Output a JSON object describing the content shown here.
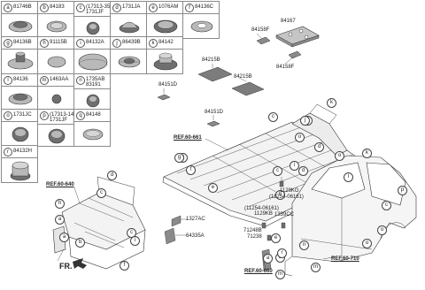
{
  "parts_table": {
    "cells": [
      {
        "letter": "a",
        "code": "81746B"
      },
      {
        "letter": "b",
        "code": "84183"
      },
      {
        "letter": "c",
        "code": "(17313-35000)",
        "code2": "1731JF"
      },
      {
        "letter": "d",
        "code": "1731JA"
      },
      {
        "letter": "e",
        "code": "1076AM"
      },
      {
        "letter": "f",
        "code": "84136C"
      },
      {
        "letter": "g",
        "code": "84136B"
      },
      {
        "letter": "h",
        "code": "91115B"
      },
      {
        "letter": "i",
        "code": "84132A"
      },
      {
        "letter": "j",
        "code": "86439B"
      },
      {
        "letter": "k",
        "code": "84142"
      },
      {
        "letter": "l",
        "code": "84136"
      },
      {
        "letter": "m",
        "code": "1463AA"
      },
      {
        "letter": "n",
        "code": "1735AB",
        "code2": "83191"
      },
      {
        "letter": "o",
        "code": "1731JC"
      },
      {
        "letter": "p",
        "code": "(17313-14000)",
        "code2": "1731JF"
      },
      {
        "letter": "q",
        "code": "84148"
      },
      {
        "letter": "r",
        "code": "84132H"
      }
    ]
  },
  "labels": {
    "p84167": "84167",
    "p84158F_top": "84158F",
    "p84158F_bot": "84158F",
    "p84215B_a": "84215B",
    "p84215B_b": "84215B",
    "p84151D_a": "84151D",
    "p84151D_b": "84151D",
    "ref_60_661": "REF.60-661",
    "ref_60_640": "REF.60-640",
    "ref_60_710": "REF.60-710",
    "ref_60_660": "REF.60-660",
    "p1129KG": "1129KG",
    "p11254_06161_a": "(11254-06161)",
    "p11254_06161_b": "(11254-06161)",
    "p1129KB": "1129KB",
    "p1339CC": "1339CC",
    "p71248B": "71248B",
    "p71238": "71238",
    "p1327AC": "1327AC",
    "p64335A": "64335A",
    "fr": "FR."
  },
  "callouts": {
    "floor": [
      "q",
      "o",
      "j",
      "c",
      "k",
      "k",
      "d",
      "o",
      "c",
      "d",
      "g",
      "f",
      "e",
      "l",
      "i",
      "h"
    ],
    "front": [
      "d",
      "c",
      "h",
      "a",
      "b",
      "c",
      "f",
      "i",
      "a"
    ],
    "side": [
      "j",
      "p",
      "c",
      "o",
      "o",
      "n",
      "m",
      "b",
      "a",
      "r",
      "m",
      "e"
    ]
  },
  "colors": {
    "line": "#333333",
    "part_fill": "#b9b9b9",
    "part_dark": "#6f6f6f",
    "grid": "#8a8a8a"
  }
}
